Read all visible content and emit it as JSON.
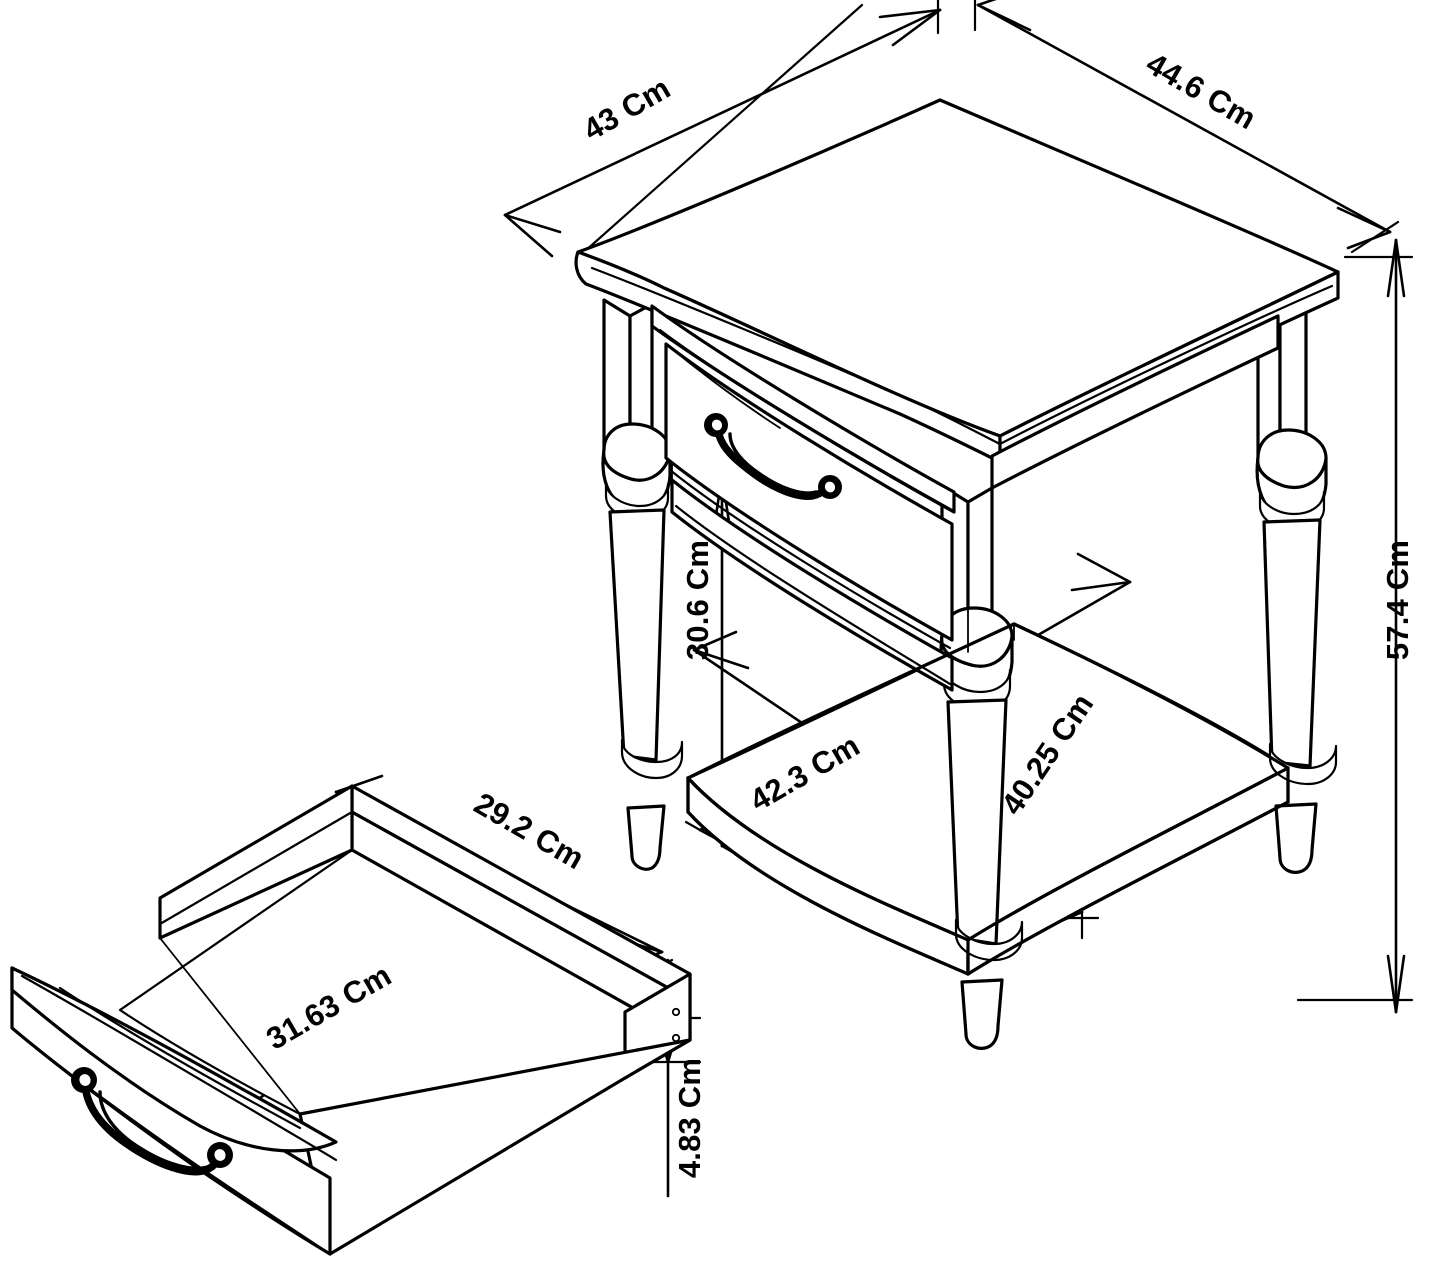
{
  "drawing": {
    "title": "Bedside Table Dimensioned Isometric Drawing",
    "units": "Cm",
    "background_color": "#ffffff",
    "line_color": "#000000"
  },
  "dimensions": {
    "top_width": "43 Cm",
    "top_depth": "44.6 Cm",
    "overall_height": "57.4 Cm",
    "drawer_clearance_height": "30.6 Cm",
    "shelf_width": "42.3 Cm",
    "shelf_depth": "40.25 Cm",
    "drawer_box_depth": "29.2 Cm",
    "drawer_box_width": "31.63 Cm",
    "drawer_box_height": "4.83 Cm"
  },
  "parts": {
    "table": {
      "name": "Bedside table",
      "features": [
        "shaped top",
        "curved drawer front",
        "turned legs",
        "lower shelf",
        "swan-neck handle"
      ]
    },
    "drawer": {
      "name": "Drawer box",
      "features": [
        "curved drawer front",
        "swan-neck handle",
        "open box"
      ]
    }
  }
}
